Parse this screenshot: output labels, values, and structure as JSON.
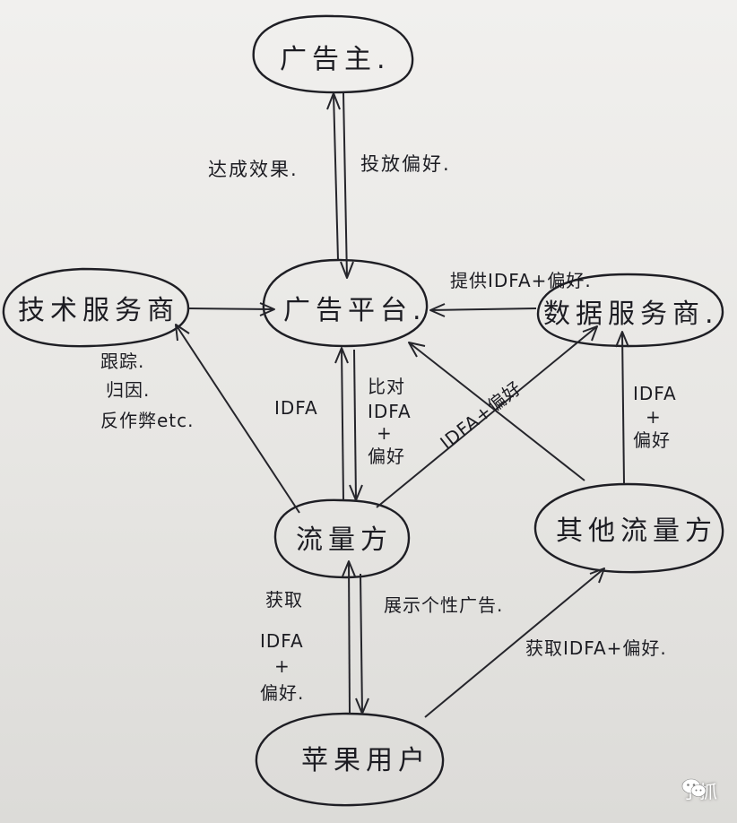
{
  "nodes": {
    "advertiser": "广告主.",
    "ad_platform": "广告平台.",
    "tech_vendor": "技术服务商",
    "data_vendor": "数据服务商.",
    "traffic_party": "流量方",
    "other_traffic": "其他流量方",
    "apple_user": "苹果用户"
  },
  "edges": {
    "conversion_effect": "达成效果.",
    "placement_pref": "投放偏好.",
    "provide_idfa_pref": "提供IDFA+偏好.",
    "tracking": [
      "跟踪.",
      "归因.",
      "反作弊etc."
    ],
    "idfa_up": "IDFA",
    "compare_idfa_pref": [
      "比对",
      "IDFA",
      "+",
      "偏好"
    ],
    "idfa_plus_pref": "IDFA+偏好",
    "other_idfa_pref": [
      "IDFA",
      "+",
      "偏好"
    ],
    "acquire_idfa_pref": [
      "获取",
      "IDFA",
      "+",
      "偏好."
    ],
    "show_personalized_ad": "展示个性广告.",
    "acquire_idfa_pref_other": "获取IDFA+偏好."
  },
  "watermark": {
    "text": "了抓",
    "icon": "wechat-icon"
  }
}
